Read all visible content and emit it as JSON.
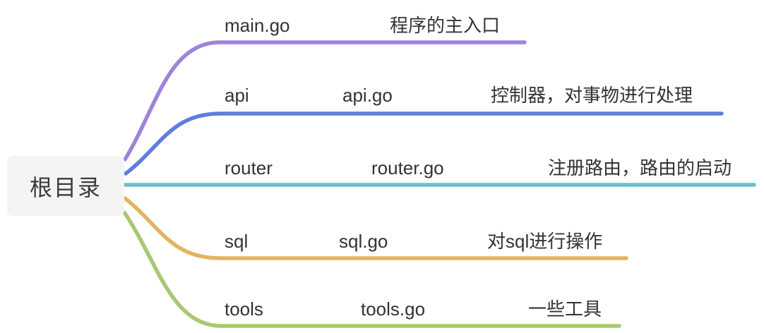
{
  "diagram": {
    "type": "mindmap",
    "root": {
      "label": "根目录"
    },
    "branches": [
      {
        "color": "#9d84d9",
        "nodes": [
          "main.go",
          "程序的主入口"
        ]
      },
      {
        "color": "#5f7dde",
        "nodes": [
          "api",
          "api.go",
          "控制器，对事物进行处理"
        ]
      },
      {
        "color": "#64c3c5",
        "nodes": [
          "router",
          "router.go",
          "注册路由，路由的启动"
        ]
      },
      {
        "color": "#e2b45e",
        "nodes": [
          "sql",
          "sql.go",
          "对sql进行操作"
        ]
      },
      {
        "color": "#a7c873",
        "nodes": [
          "tools",
          "tools.go",
          "一些工具"
        ]
      }
    ]
  }
}
